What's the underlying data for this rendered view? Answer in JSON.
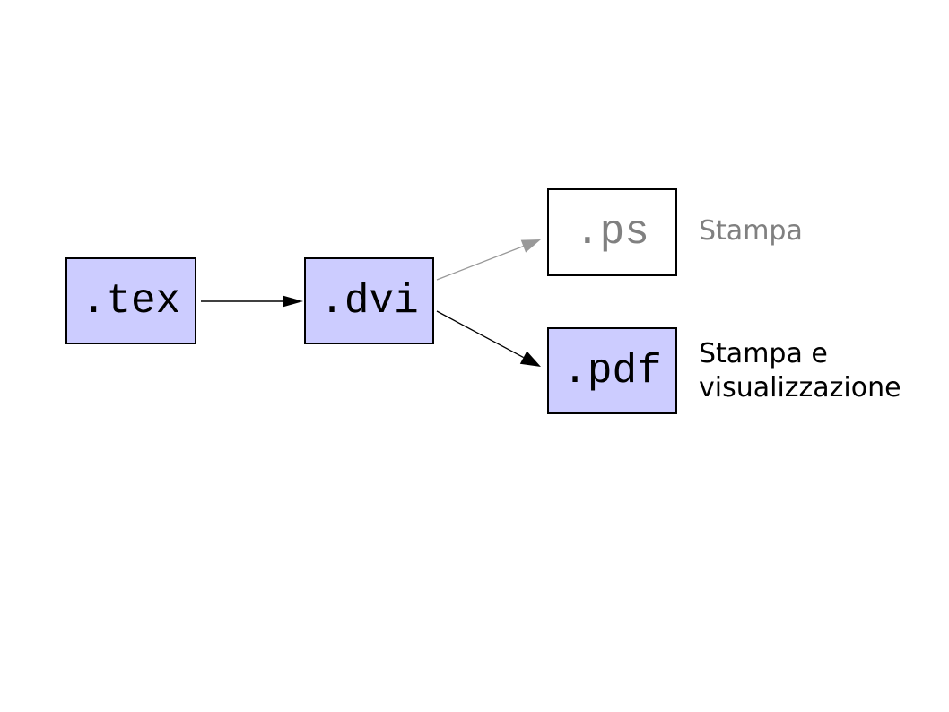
{
  "diagram": {
    "colors": {
      "background": "#ffffff",
      "box_fill": "#ccccff",
      "box_border": "#000000",
      "text": "#000000",
      "muted": "#808080",
      "arrow_gray": "#999999"
    },
    "nodes": [
      {
        "id": "tex",
        "label": ".tex"
      },
      {
        "id": "dvi",
        "label": ".dvi"
      },
      {
        "id": "ps",
        "label": ".ps"
      },
      {
        "id": "pdf",
        "label": ".pdf"
      }
    ],
    "labels": [
      {
        "for": "ps",
        "text": "Stampa"
      },
      {
        "for": "pdf",
        "text": "Stampa e visualizzazione"
      }
    ],
    "edges": [
      {
        "from": "tex",
        "to": "dvi",
        "color": "black"
      },
      {
        "from": "dvi",
        "to": "ps",
        "color": "gray"
      },
      {
        "from": "dvi",
        "to": "pdf",
        "color": "black"
      }
    ]
  }
}
